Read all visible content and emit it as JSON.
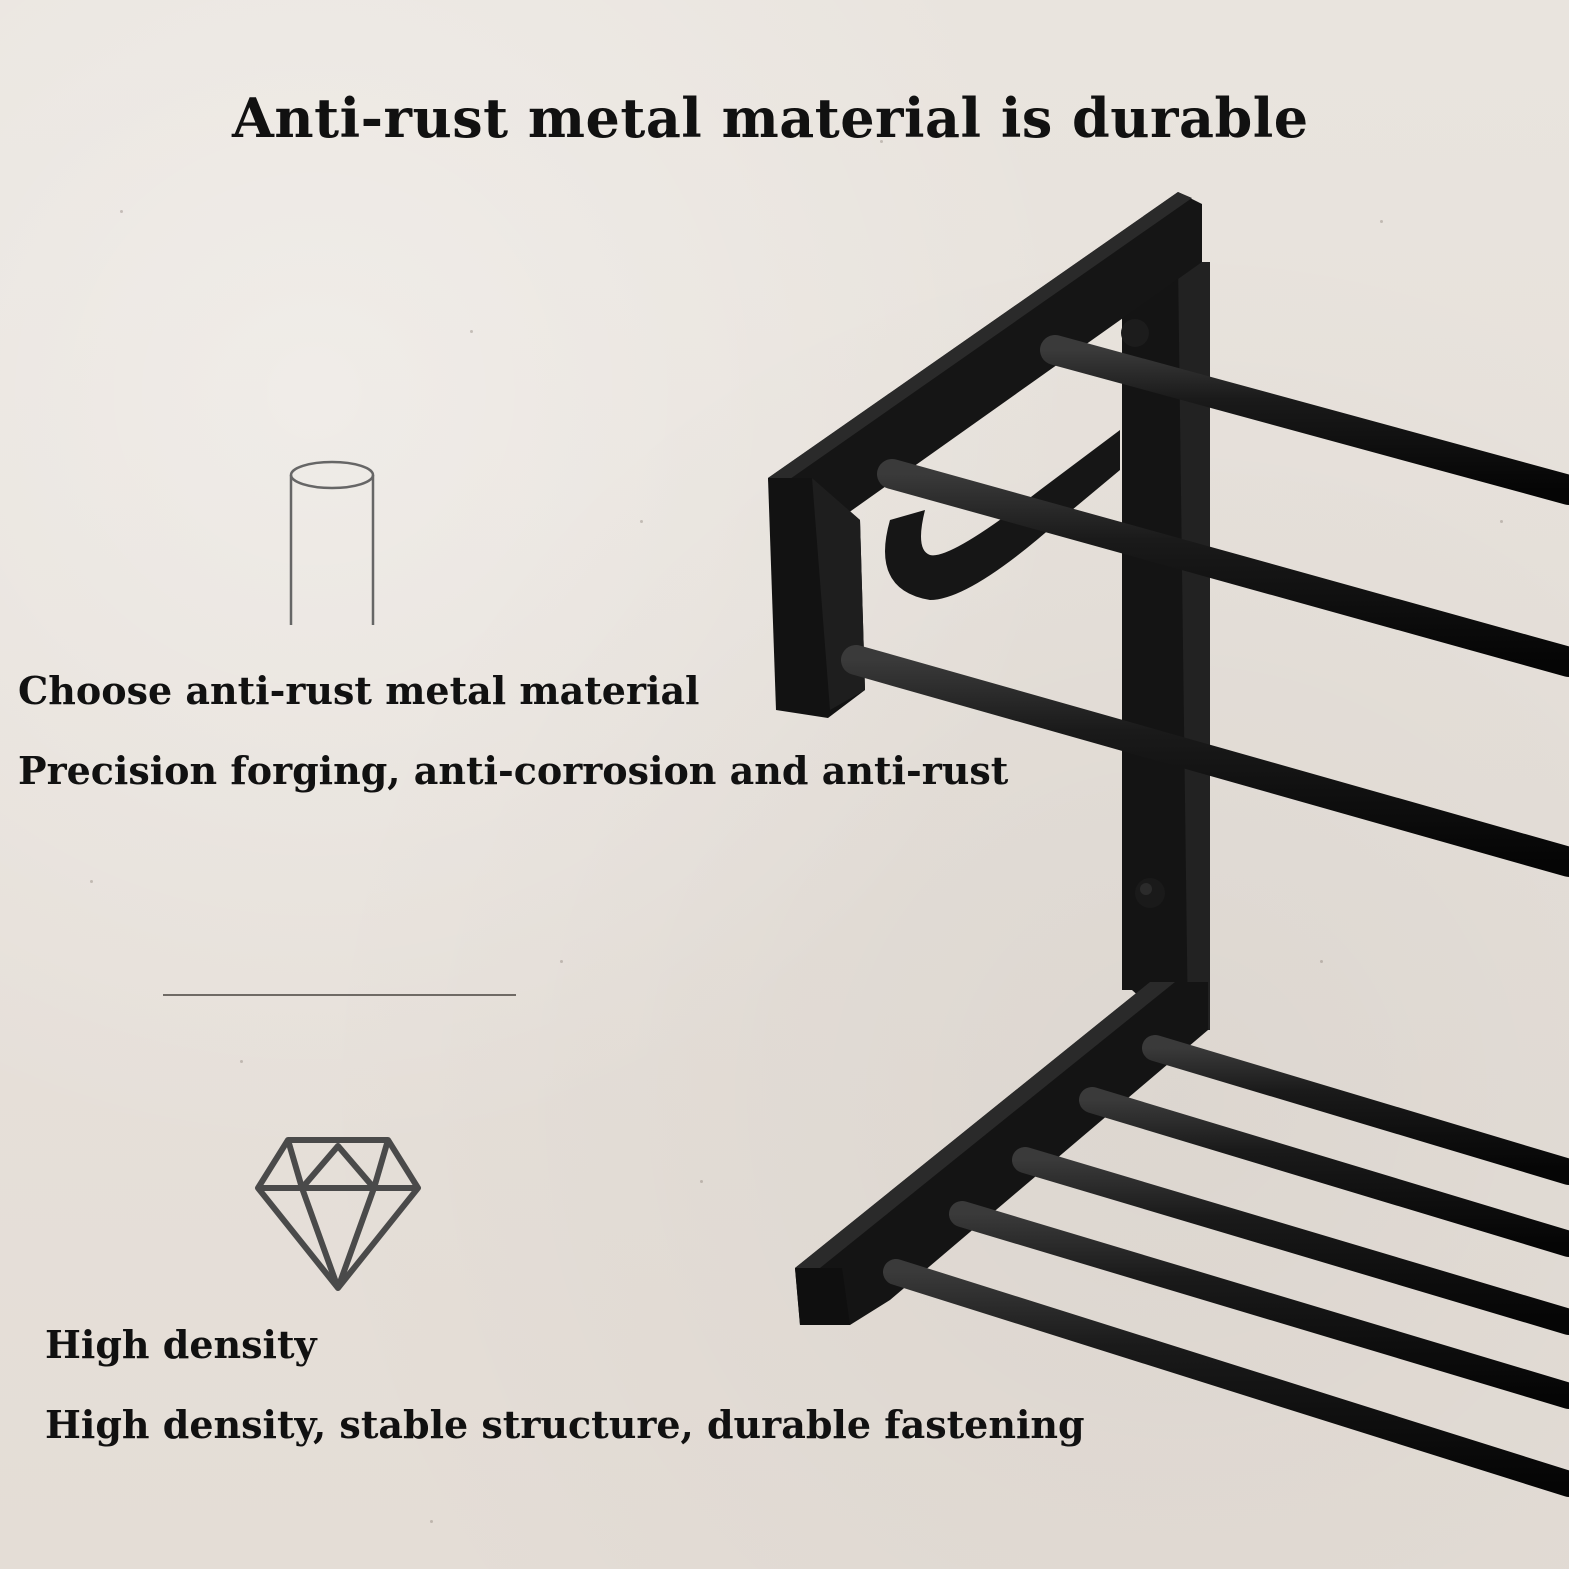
{
  "headline": "Anti-rust metal material is durable",
  "features": [
    {
      "icon": "cylinder-rod-icon",
      "title": "Choose anti-rust metal material",
      "description": "Precision forging, anti-corrosion and anti-rust"
    },
    {
      "icon": "diamond-icon",
      "title": "High density",
      "description": "High density, stable structure, durable fastening"
    }
  ],
  "product": "black metal shelf rack",
  "colors": {
    "background": "#e6e0da",
    "text": "#111111",
    "metal": "#141414",
    "icon_stroke": "#555555"
  }
}
